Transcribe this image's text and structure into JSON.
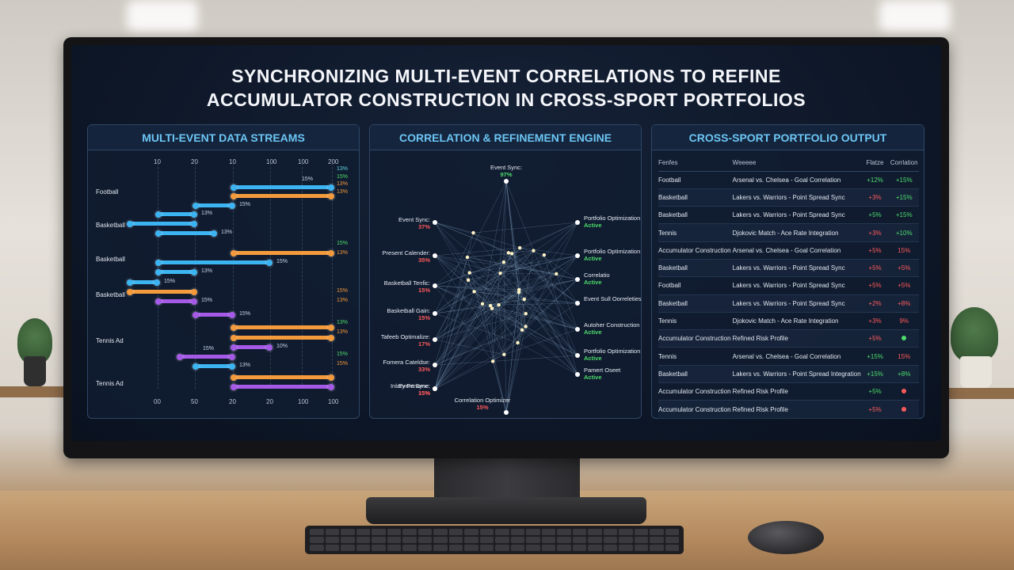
{
  "title_line1": "SYNCHRONIZING MULTI-EVENT CORRELATIONS TO REFINE",
  "title_line2": "ACCUMULATOR CONSTRUCTION IN CROSS-SPORT PORTFOLIOS",
  "panels": {
    "streams": {
      "title": "MULTI-EVENT DATA STREAMS",
      "top_ticks": [
        "10",
        "20",
        "10",
        "100",
        "100",
        "200"
      ],
      "bottom_ticks": [
        "00",
        "50",
        "20",
        "20",
        "100",
        "100"
      ],
      "sports": [
        "Football",
        "Basketball",
        "Basketball",
        "Basketball",
        "Tennis Ad",
        "Tennis Ad"
      ],
      "labels": [
        "15%",
        "15%",
        "13%",
        "13%",
        "15%",
        "13%",
        "15%",
        "15%",
        "15%",
        "10%",
        "15%",
        "13%",
        "13%",
        "15%",
        "15%",
        "13%",
        "15%",
        "15%",
        "13%",
        "15%"
      ],
      "right_labels": [
        "13%",
        "15%",
        "13%",
        "13%",
        "15%",
        "13%",
        "15%",
        "13%",
        "13%",
        "13%",
        "15%",
        "15%"
      ]
    },
    "engine": {
      "title": "CORRELATION & REFINEMENT ENGINE",
      "nodes": [
        {
          "label": "Event Sync:",
          "value": "97%",
          "color": "#4ddc6b"
        },
        {
          "label": "Event Sync:",
          "value": "37%",
          "color": "#ff5a5a"
        },
        {
          "label": "Present Calender:",
          "value": "35%",
          "color": "#ff5a5a"
        },
        {
          "label": "Basketball Tenfic:",
          "value": "15%",
          "color": "#ff5a5a"
        },
        {
          "label": "Basketball Gain:",
          "value": "15%",
          "color": "#ff5a5a"
        },
        {
          "label": "Tafeeb Optimalize:",
          "value": "17%",
          "color": "#ff5a5a"
        },
        {
          "label": "Fomera Cateldse:",
          "value": "33%",
          "color": "#ff5a5a"
        },
        {
          "label": "Inlary Fenome:",
          "value": "15%",
          "color": "#ff5a5a"
        },
        {
          "label": "Event Sync:",
          "value": "15%",
          "color": "#ff5a5a"
        },
        {
          "label": "Correlation Optimizer",
          "value": "15%",
          "color": "#ff5a5a"
        },
        {
          "label": "Portfolio Optimization",
          "value": "Active",
          "color": "#4ddc6b"
        },
        {
          "label": "Portfolio Optimization",
          "value": "Active",
          "color": "#4ddc6b"
        },
        {
          "label": "Correlatio",
          "value": "Active",
          "color": "#4ddc6b"
        },
        {
          "label": "Event Sull Oorreleties",
          "value": "",
          "color": "#4ddc6b"
        },
        {
          "label": "Autoher Construction",
          "value": "Active",
          "color": "#4ddc6b"
        },
        {
          "label": "Portfolio Optimization",
          "value": "Active",
          "color": "#4ddc6b"
        },
        {
          "label": "Pamert Oseet",
          "value": "Active",
          "color": "#4ddc6b"
        }
      ]
    },
    "output": {
      "title": "CROSS-SPORT PORTFOLIO OUTPUT",
      "headers": [
        "Fenfes",
        "Weeeee",
        "Flatze",
        "Corrlation"
      ],
      "rows": [
        {
          "sport": "Football",
          "event": "Arsenal vs. Chelsea - Goal Correlation",
          "a": "+12%",
          "b": "+15%",
          "a_pos": true,
          "b_pos": true
        },
        {
          "sport": "Basketball",
          "event": "Lakers vs. Warriors - Point Spread Sync",
          "a": "+3%",
          "b": "+15%",
          "a_pos": false,
          "b_pos": true
        },
        {
          "sport": "Basketball",
          "event": "Lakers vs. Warriors - Point Spread Sync",
          "a": "+5%",
          "b": "+15%",
          "a_pos": true,
          "b_pos": true
        },
        {
          "sport": "Tennis",
          "event": "Djokovic Match - Ace Rate Integration",
          "a": "+3%",
          "b": "+10%",
          "a_pos": false,
          "b_pos": true
        },
        {
          "sport": "Accumulator Construction",
          "event": "Arsenal vs. Chelsea - Goal Correlation",
          "a": "+5%",
          "b": "15%",
          "a_pos": false,
          "b_pos": false
        },
        {
          "sport": "Basketball",
          "event": "Lakers vs. Warriors - Point Spread Sync",
          "a": "+5%",
          "b": "+5%",
          "a_pos": false,
          "b_pos": false
        },
        {
          "sport": "Football",
          "event": "Lakers vs. Warriors - Point Spread Sync",
          "a": "+5%",
          "b": "+5%",
          "a_pos": false,
          "b_pos": false
        },
        {
          "sport": "Basketball",
          "event": "Lakers vs. Warriors - Point Spread Sync",
          "a": "+2%",
          "b": "+8%",
          "a_pos": false,
          "b_pos": false
        },
        {
          "sport": "Tennis",
          "event": "Djokovic Match - Ace Rate Integration",
          "a": "+3%",
          "b": "9%",
          "a_pos": false,
          "b_pos": false
        },
        {
          "sport": "Accumulator Construction",
          "event": "Refined Risk Profile",
          "a": "+5%",
          "b": "",
          "a_pos": false,
          "b_pos": true,
          "dot": "#4ddc6b"
        },
        {
          "sport": "Tennis",
          "event": "Arsenal vs. Chelsea - Goal Correlation",
          "a": "+15%",
          "b": "15%",
          "a_pos": true,
          "b_pos": false
        },
        {
          "sport": "Basketball",
          "event": "Lakers vs. Warriors - Point Spread Integration",
          "a": "+15%",
          "b": "+8%",
          "a_pos": true,
          "b_pos": true
        },
        {
          "sport": "Accumulator Construction",
          "event": "Refined Risk Profile",
          "a": "+5%",
          "b": "",
          "a_pos": true,
          "b_pos": false,
          "dot": "#ff5a5a"
        },
        {
          "sport": "Accumulator Construction",
          "event": "Refined Risk Profile",
          "a": "+5%",
          "b": "",
          "a_pos": false,
          "b_pos": false,
          "dot": "#ff5a5a"
        }
      ]
    }
  },
  "colors": {
    "blue": "#3db4f2",
    "orange": "#f39a3c",
    "purple": "#a45ae6",
    "green": "#4ddc6b",
    "red": "#ff5a5a"
  }
}
